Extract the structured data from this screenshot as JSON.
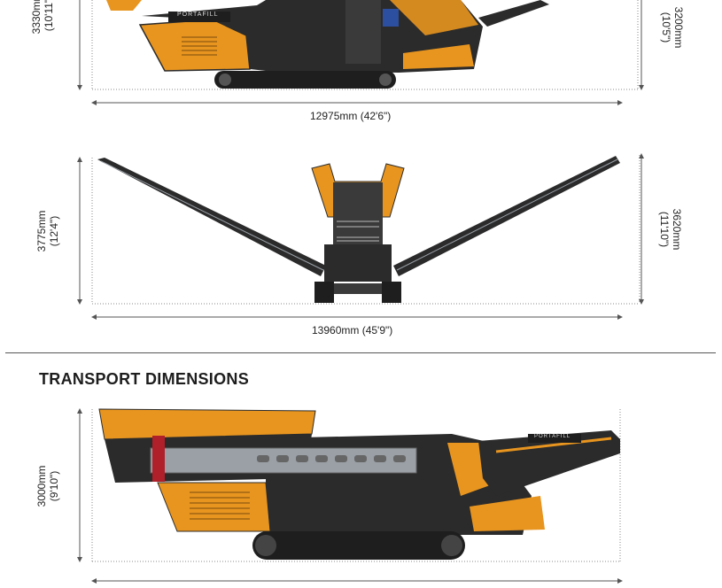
{
  "brand": {
    "logo_text": "PORTAFILL"
  },
  "side_view": {
    "overall_length": "12975mm (42'6\")",
    "left_height": {
      "mm": "3330mm",
      "imperial": "(10'11\")"
    },
    "right_height": {
      "mm": "3200mm",
      "imperial": "(10'5\")"
    }
  },
  "front_view": {
    "overall_width": "13960mm (45'9\")",
    "left_height": {
      "mm": "3775mm",
      "imperial": "(12'4\")"
    },
    "right_height": {
      "mm": "3620mm",
      "imperial": "(11'10\")"
    }
  },
  "transport": {
    "section_title": "TRANSPORT DIMENSIONS",
    "height": {
      "mm": "3000mm",
      "imperial": "(9'10\")"
    }
  },
  "colors": {
    "machine_orange": "#e8951f",
    "machine_dark": "#2b2b2b",
    "steel": "#9aa0a6",
    "dim_line": "#777777"
  }
}
